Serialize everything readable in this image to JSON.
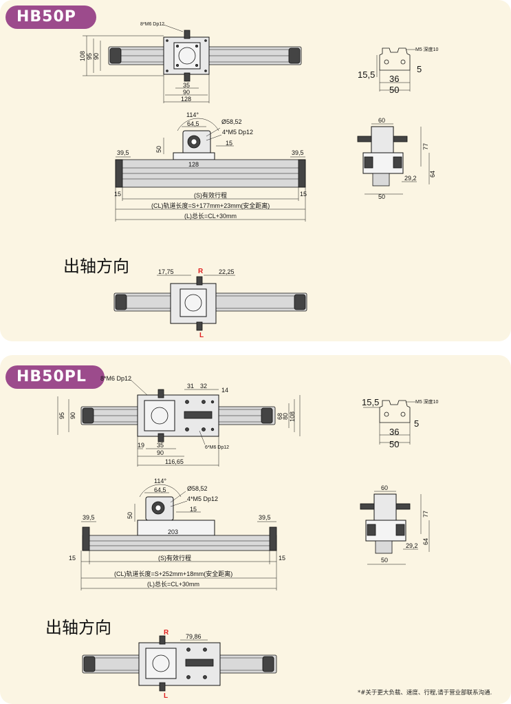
{
  "panel1": {
    "badge": "HB50P",
    "top_view": {
      "hole_note": "8*M6 Dp12",
      "h108": "108",
      "h95": "95",
      "h90": "90",
      "w35": "35",
      "w90": "90",
      "w128": "128"
    },
    "profile": {
      "d15_5": "15,5",
      "d5": "5",
      "d36": "36",
      "d50": "50",
      "thread": "M5 深度10"
    },
    "side_view": {
      "angle": "114°",
      "d64_5": "64,5",
      "dia": "Ø58,52",
      "holes": "4*M5 Dp12",
      "d50": "50",
      "d15": "15",
      "d39_5_left": "39,5",
      "d39_5_right": "39,5",
      "d128": "128",
      "d15_left": "15",
      "d15_right": "15",
      "stroke": "(S)有效行程",
      "rail_length": "(CL)轨道长度=S+177mm+23mm(安全距离)",
      "total_length": "(L)总长=CL+30mm"
    },
    "end_view": {
      "d60": "60",
      "d77": "77",
      "d64": "64",
      "d29_2": "29,2",
      "d50": "50"
    },
    "shaft": {
      "heading": "出轴方向",
      "d17_75": "17,75",
      "d22_25": "22,25",
      "r": "R",
      "l": "L"
    }
  },
  "panel2": {
    "badge": "HB50PL",
    "top_view": {
      "hole_note": "8*M6 Dp12",
      "hole_note2": "6*M6 Dp12",
      "h95": "95",
      "h90": "90",
      "h68": "68",
      "h80": "80",
      "h108": "108",
      "w31": "31",
      "w32": "32",
      "w14": "14",
      "w19": "19",
      "w35": "35",
      "w90": "90",
      "w116_65": "116,65"
    },
    "profile": {
      "d15_5": "15,5",
      "d5": "5",
      "d36": "36",
      "d50": "50",
      "thread": "M5 深度10"
    },
    "side_view": {
      "angle": "114°",
      "d64_5": "64,5",
      "dia": "Ø58,52",
      "holes": "4*M5 Dp12",
      "d50": "50",
      "d15": "15",
      "d39_5_left": "39,5",
      "d39_5_right": "39,5",
      "d203": "203",
      "d15_left": "15",
      "d15_right": "15",
      "stroke": "(S)有效行程",
      "rail_length": "(CL)轨道长度=S+252mm+18mm(安全距离)",
      "total_length": "(L)总长=CL+30mm"
    },
    "end_view": {
      "d60": "60",
      "d77": "77",
      "d64": "64",
      "d29_2": "29,2",
      "d50": "50"
    },
    "shaft": {
      "heading": "出轴方向",
      "d79_86": "79,86",
      "r": "R",
      "l": "L"
    }
  },
  "footnote": "*#关于更大负载、速度、行程,请于营业部联系沟通."
}
